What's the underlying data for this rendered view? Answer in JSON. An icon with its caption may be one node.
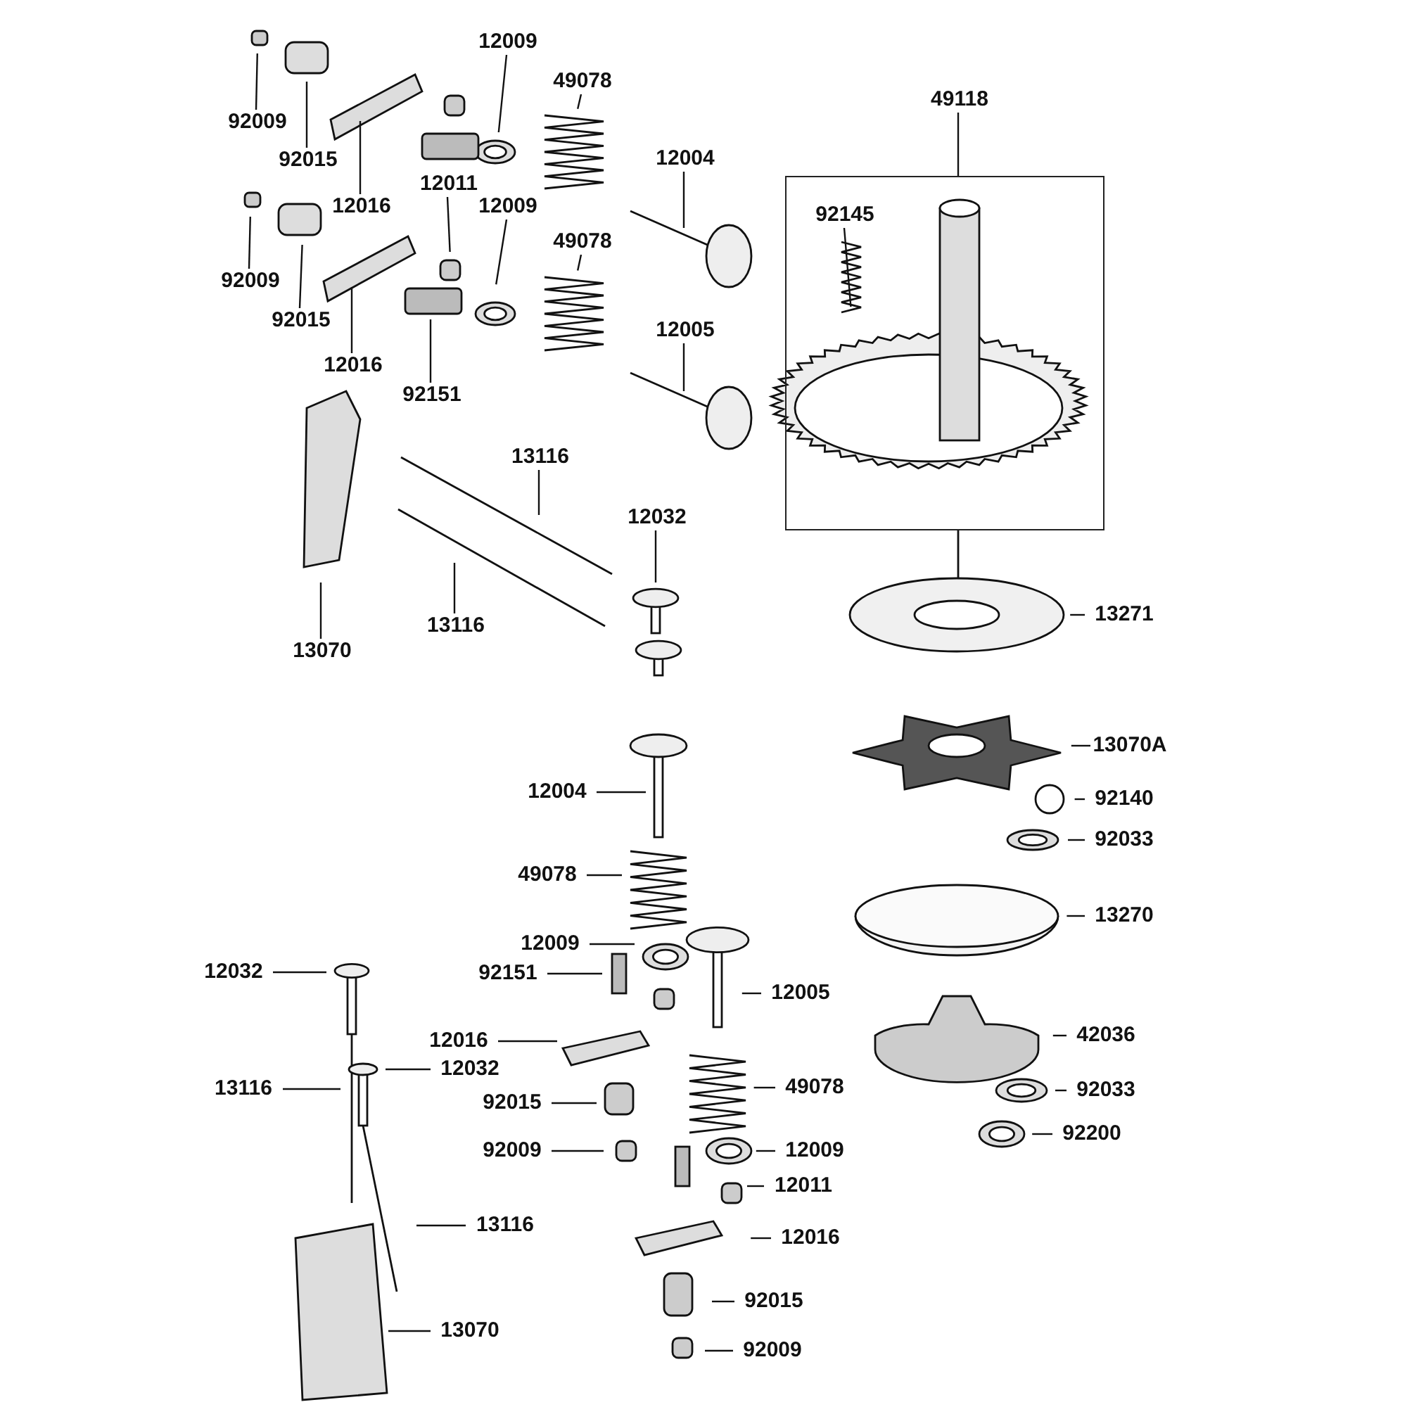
{
  "diagram": {
    "nodes": [
      {
        "text": [],
        "shape": "box"
      },
      {
        "text": [
          "92145"
        ],
        "in": 0
      },
      {
        "text": [
          "49118"
        ]
      },
      {
        "text": [
          "12009"
        ]
      },
      {
        "text": [
          "49078"
        ]
      },
      {
        "text": [
          "12004"
        ]
      },
      {
        "text": [
          "92009"
        ]
      },
      {
        "text": [
          "92015"
        ]
      },
      {
        "text": [
          "12011"
        ]
      },
      {
        "text": [
          "12016"
        ]
      },
      {
        "text": [
          "12009"
        ]
      },
      {
        "text": [
          "49078"
        ]
      },
      {
        "text": [
          "92009"
        ]
      },
      {
        "text": [
          "92015"
        ]
      },
      {
        "text": [
          "12005"
        ]
      },
      {
        "text": [
          "12016"
        ]
      },
      {
        "text": [
          "92151"
        ]
      },
      {
        "text": [
          "13116"
        ]
      },
      {
        "text": [
          "12032"
        ]
      },
      {
        "text": [
          "13116"
        ]
      },
      {
        "text": [
          "13070"
        ]
      },
      {
        "text": [
          "13271"
        ]
      },
      {
        "text": [
          "13070A"
        ]
      },
      {
        "text": [
          "12004"
        ]
      },
      {
        "text": [
          "92140"
        ]
      },
      {
        "text": [
          "92033"
        ]
      },
      {
        "text": [
          "49078"
        ]
      },
      {
        "text": [
          "13270"
        ]
      },
      {
        "text": [
          "12009"
        ]
      },
      {
        "text": [
          "12032"
        ]
      },
      {
        "text": [
          "92151"
        ]
      },
      {
        "text": [
          "12005"
        ]
      },
      {
        "text": [
          "42036"
        ]
      },
      {
        "text": [
          "12016"
        ]
      },
      {
        "text": [
          "12032"
        ]
      },
      {
        "text": [
          "13116"
        ]
      },
      {
        "text": [
          "92015"
        ]
      },
      {
        "text": [
          "49078"
        ]
      },
      {
        "text": [
          "92033"
        ]
      },
      {
        "text": [
          "92200"
        ]
      },
      {
        "text": [
          "92009"
        ]
      },
      {
        "text": [
          "12009"
        ]
      },
      {
        "text": [
          "12011"
        ]
      },
      {
        "text": [
          "13116"
        ]
      },
      {
        "text": [
          "12016"
        ]
      },
      {
        "text": [
          "92015"
        ]
      },
      {
        "text": [
          "13070"
        ]
      },
      {
        "text": [
          "92009"
        ]
      }
    ],
    "edges": [
      {
        "from": 1,
        "to": null,
        "arrow": "none"
      },
      {
        "from": 2,
        "to": 0,
        "arrow": "none"
      },
      {
        "from": 3,
        "to": null,
        "arrow": "none"
      },
      {
        "from": 4,
        "to": null,
        "arrow": "none"
      },
      {
        "from": 5,
        "to": null,
        "arrow": "none"
      },
      {
        "from": 6,
        "to": null,
        "arrow": "none"
      },
      {
        "from": 7,
        "to": null,
        "arrow": "none"
      },
      {
        "from": 8,
        "to": null,
        "arrow": "none"
      },
      {
        "from": 9,
        "to": null,
        "arrow": "none"
      },
      {
        "from": 10,
        "to": null,
        "arrow": "none"
      },
      {
        "from": 11,
        "to": null,
        "arrow": "none"
      },
      {
        "from": 12,
        "to": null,
        "arrow": "none"
      },
      {
        "from": 13,
        "to": null,
        "arrow": "none"
      },
      {
        "from": 14,
        "to": null,
        "arrow": "none"
      },
      {
        "from": 15,
        "to": null,
        "arrow": "none"
      },
      {
        "from": 16,
        "to": null,
        "arrow": "none"
      },
      {
        "from": 17,
        "to": null,
        "arrow": "none"
      },
      {
        "from": 18,
        "to": null,
        "arrow": "none"
      },
      {
        "from": 19,
        "to": null,
        "arrow": "none"
      },
      {
        "from": 20,
        "to": null,
        "arrow": "none"
      },
      {
        "from": 21,
        "to": null,
        "arrow": "none"
      },
      {
        "from": 22,
        "to": null,
        "arrow": "none"
      },
      {
        "from": 23,
        "to": null,
        "arrow": "none"
      },
      {
        "from": 24,
        "to": null,
        "arrow": "none"
      },
      {
        "from": 25,
        "to": null,
        "arrow": "none"
      },
      {
        "from": 26,
        "to": null,
        "arrow": "none"
      },
      {
        "from": 27,
        "to": null,
        "arrow": "none"
      },
      {
        "from": 28,
        "to": null,
        "arrow": "none"
      },
      {
        "from": 29,
        "to": null,
        "arrow": "none"
      },
      {
        "from": 30,
        "to": null,
        "arrow": "none"
      },
      {
        "from": 31,
        "to": null,
        "arrow": "none"
      },
      {
        "from": 32,
        "to": null,
        "arrow": "none"
      },
      {
        "from": 33,
        "to": null,
        "arrow": "none"
      },
      {
        "from": 34,
        "to": null,
        "arrow": "none"
      },
      {
        "from": 35,
        "to": null,
        "arrow": "none"
      },
      {
        "from": 36,
        "to": null,
        "arrow": "none"
      },
      {
        "from": 37,
        "to": null,
        "arrow": "none"
      },
      {
        "from": 38,
        "to": null,
        "arrow": "none"
      },
      {
        "from": 39,
        "to": null,
        "arrow": "none"
      },
      {
        "from": 40,
        "to": null,
        "arrow": "none"
      },
      {
        "from": 41,
        "to": null,
        "arrow": "none"
      },
      {
        "from": 42,
        "to": null,
        "arrow": "none"
      },
      {
        "from": 43,
        "to": null,
        "arrow": "none"
      },
      {
        "from": 44,
        "to": null,
        "arrow": "none"
      },
      {
        "from": 45,
        "to": null,
        "arrow": "none"
      },
      {
        "from": 46,
        "to": null,
        "arrow": "none"
      },
      {
        "from": 47,
        "to": null,
        "arrow": "none"
      }
    ]
  }
}
